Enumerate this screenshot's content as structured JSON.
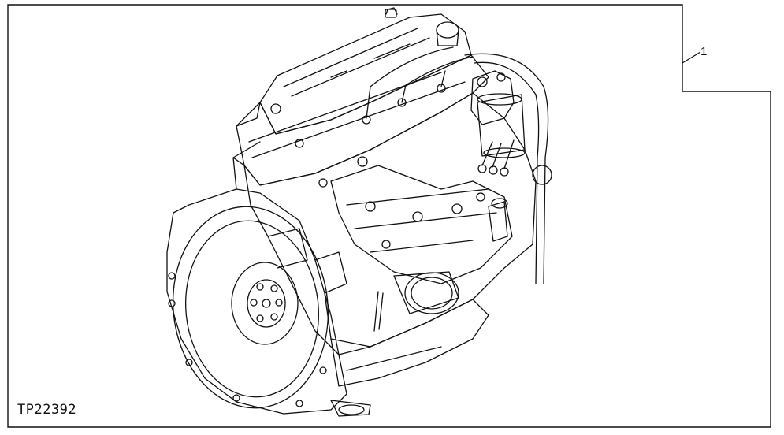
{
  "figure": {
    "id": "TP22392",
    "callout_number": "1",
    "subject_icon": "engine-assembly-drawing"
  },
  "colors": {
    "line": "#111111",
    "background": "#ffffff"
  }
}
